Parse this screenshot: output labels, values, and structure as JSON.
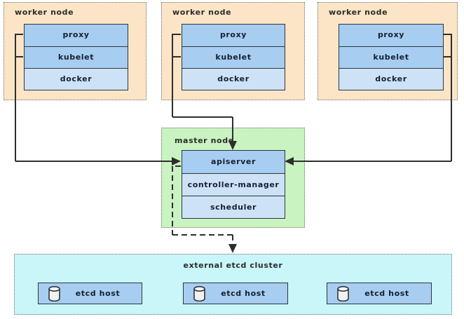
{
  "diagram": {
    "worker_nodes": [
      {
        "title": "worker node",
        "components": [
          "proxy",
          "kubelet",
          "docker"
        ]
      },
      {
        "title": "worker node",
        "components": [
          "proxy",
          "kubelet",
          "docker"
        ]
      },
      {
        "title": "worker node",
        "components": [
          "proxy",
          "kubelet",
          "docker"
        ]
      }
    ],
    "master_node": {
      "title": "master node",
      "components": [
        "apiserver",
        "controller-manager",
        "scheduler"
      ]
    },
    "etcd_cluster": {
      "title": "external etcd cluster",
      "hosts": [
        "etcd host",
        "etcd host",
        "etcd host"
      ]
    },
    "icons": [
      "database-cylinder-icon"
    ],
    "colors": {
      "worker_background": "#fbe5c6",
      "master_background": "#c9f3c1",
      "etcd_background": "#c9f6f8",
      "component_primary": "#a7cdf1",
      "component_secondary": "#cde2f7",
      "box_border": "#2e3640",
      "dotted_border": "#6f6f6f",
      "connector": "#2e2e2e"
    }
  }
}
